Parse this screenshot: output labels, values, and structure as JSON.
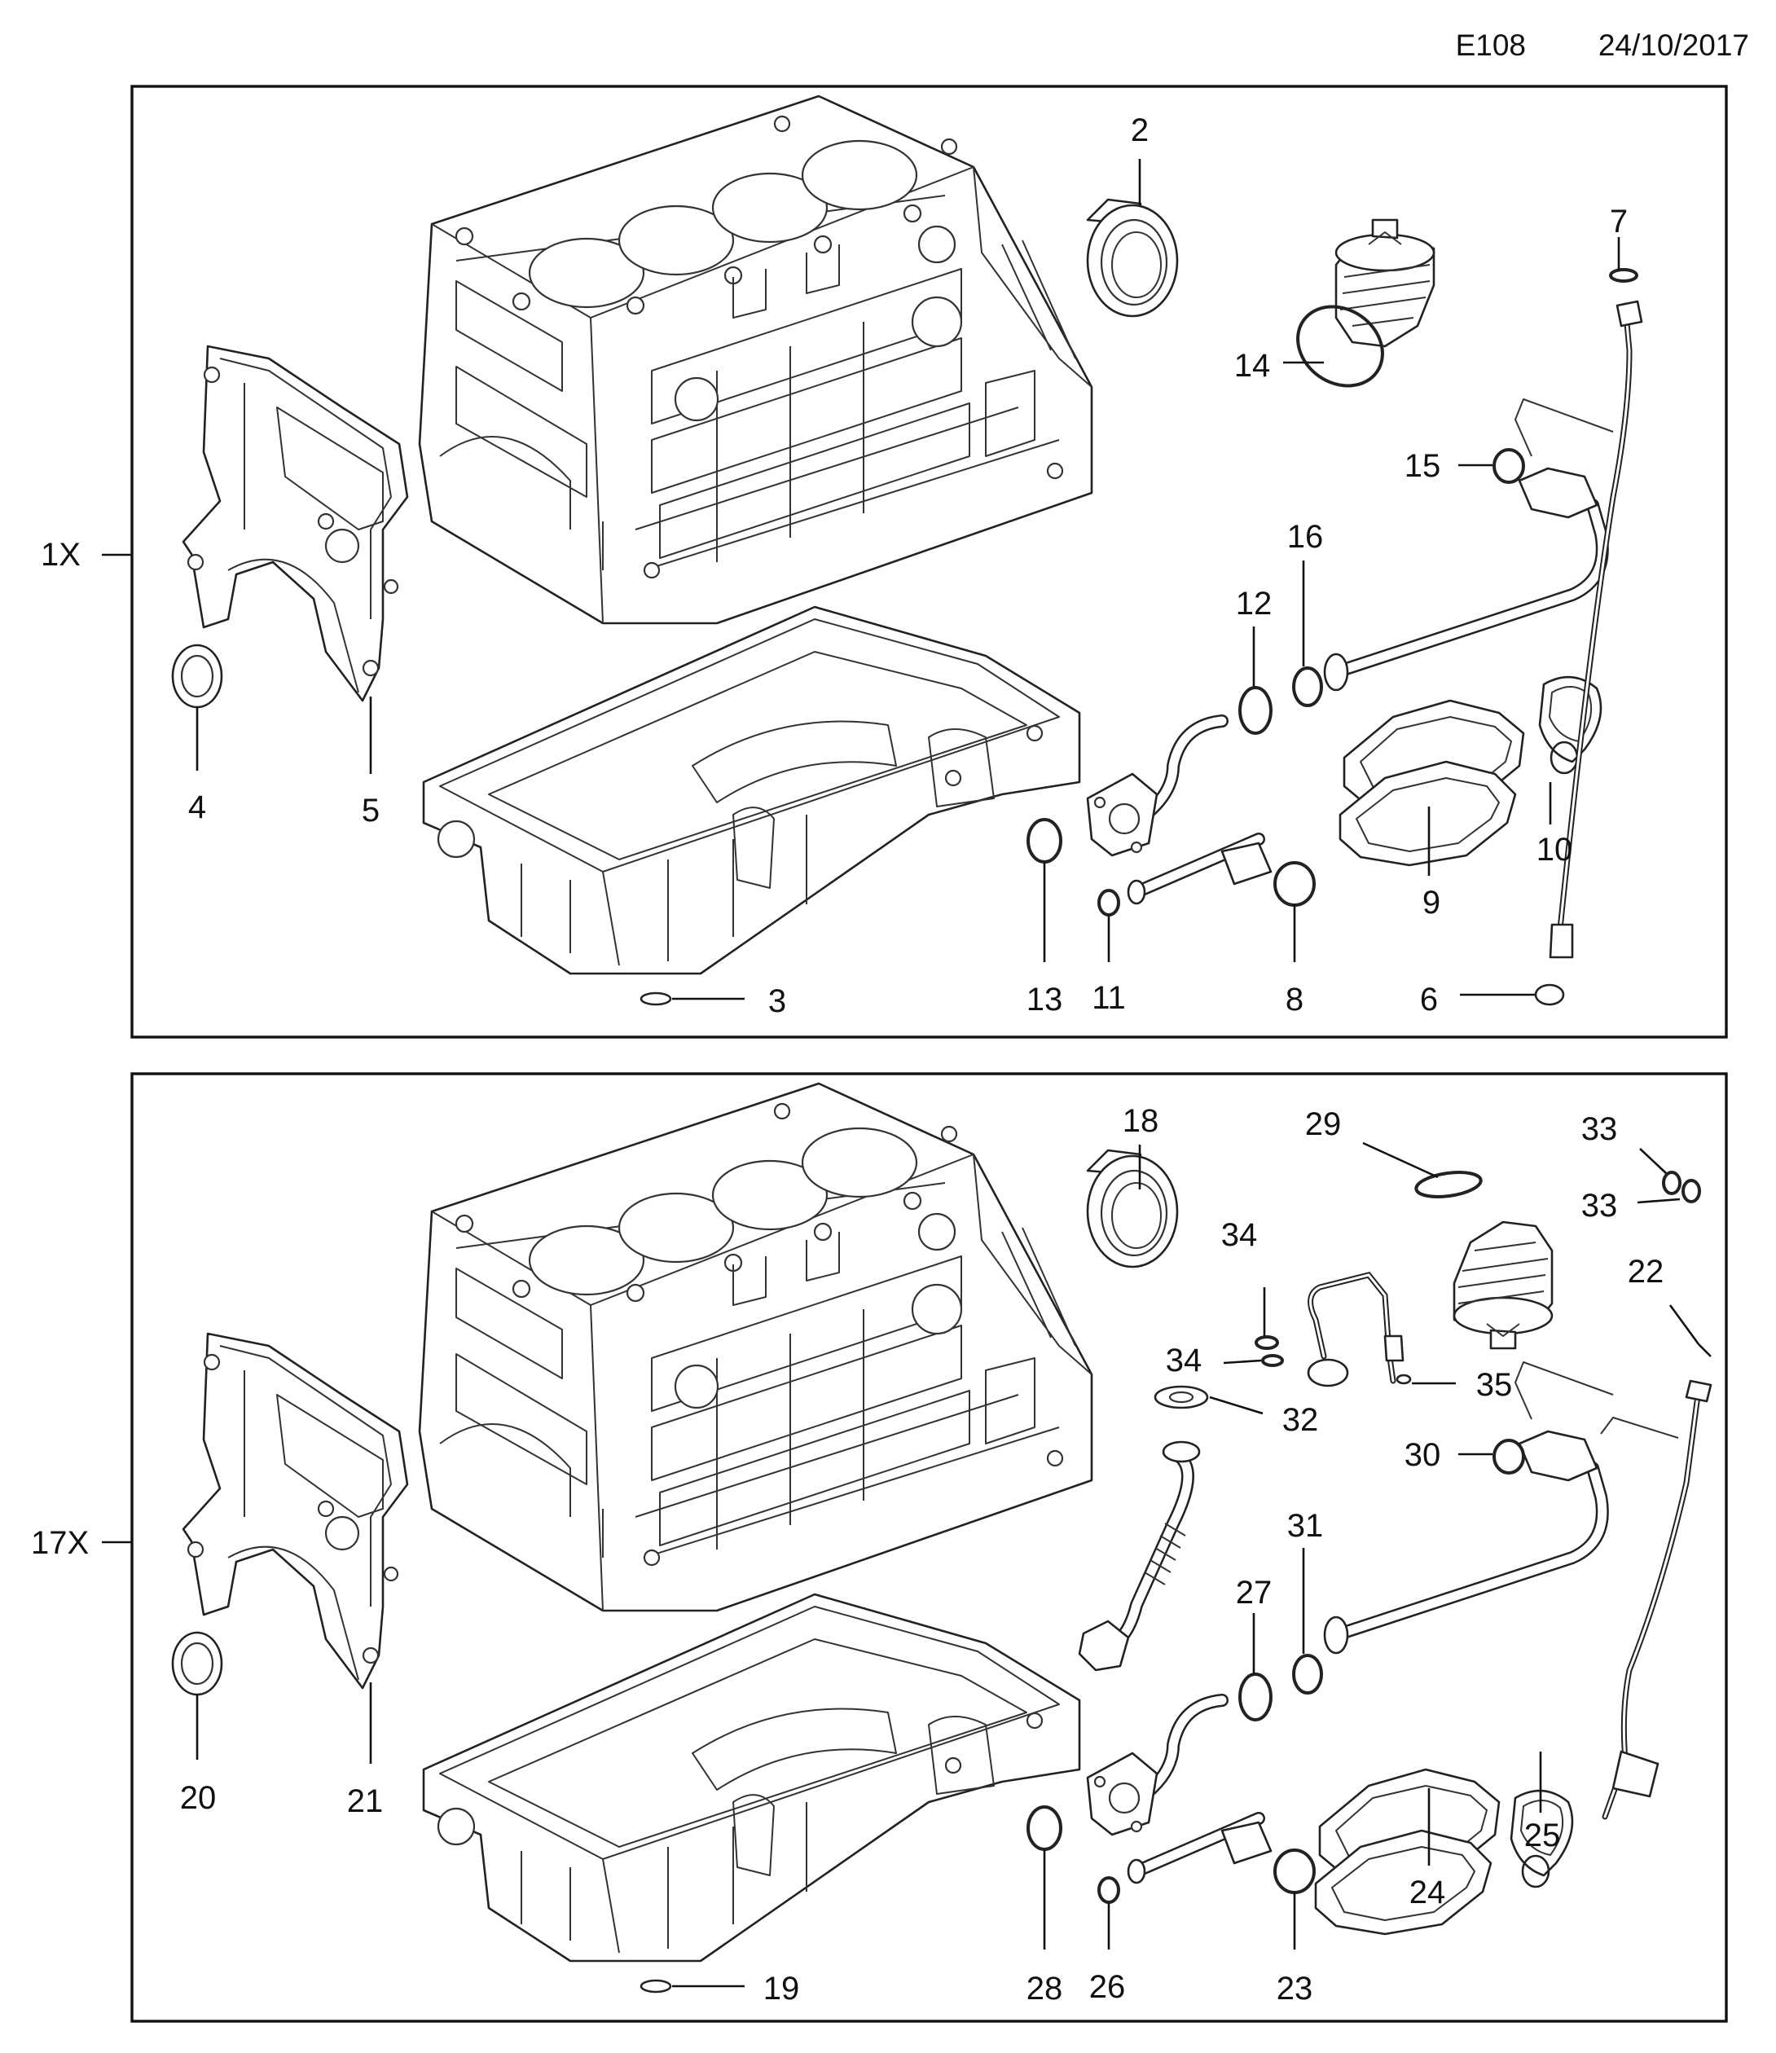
{
  "header": {
    "code": "E108",
    "date": "24/10/2017"
  },
  "panels": [
    {
      "kit_label": "1X",
      "callouts": [
        "2",
        "3",
        "4",
        "5",
        "6",
        "7",
        "8",
        "9",
        "10",
        "11",
        "12",
        "13",
        "14",
        "15",
        "16"
      ]
    },
    {
      "kit_label": "17X",
      "callouts": [
        "18",
        "19",
        "20",
        "21",
        "22",
        "23",
        "24",
        "25",
        "26",
        "27",
        "28",
        "29",
        "30",
        "31",
        "32",
        "33",
        "33",
        "34",
        "34",
        "35"
      ]
    }
  ]
}
